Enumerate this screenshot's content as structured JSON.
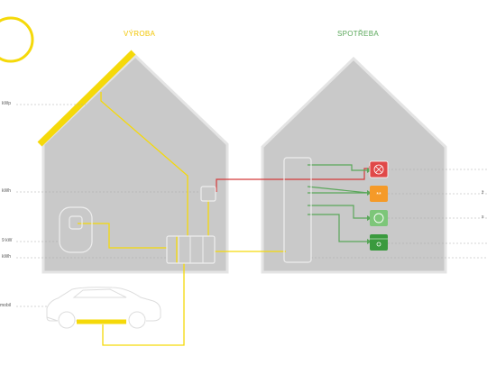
{
  "headings": {
    "production": "VÝROBA",
    "consumption": "SPOTŘEBA"
  },
  "left_labels": {
    "panels": "kWp",
    "battery": "kWh",
    "inverter": "9 kW",
    "meter": "kWh",
    "car": "mobil"
  },
  "right_labels": {
    "device_2": "ž",
    "device_3": "s"
  },
  "device_icons": {
    "device_1": "⊗",
    "device_2": "**",
    "device_3": "○",
    "device_4": "○"
  },
  "colors": {
    "house": "#c9c9c9",
    "house_outline": "#e4e4e4",
    "yellow": "#f5d90a",
    "production_heading": "#f2c500",
    "consumption_heading": "#5aa75a",
    "red_line": "#d43a3a",
    "green_line": "#5aa75a",
    "device_red": "#e04848",
    "device_orange": "#f59a28",
    "device_lightgreen": "#7dc679",
    "device_darkgreen": "#3a9a3e"
  }
}
